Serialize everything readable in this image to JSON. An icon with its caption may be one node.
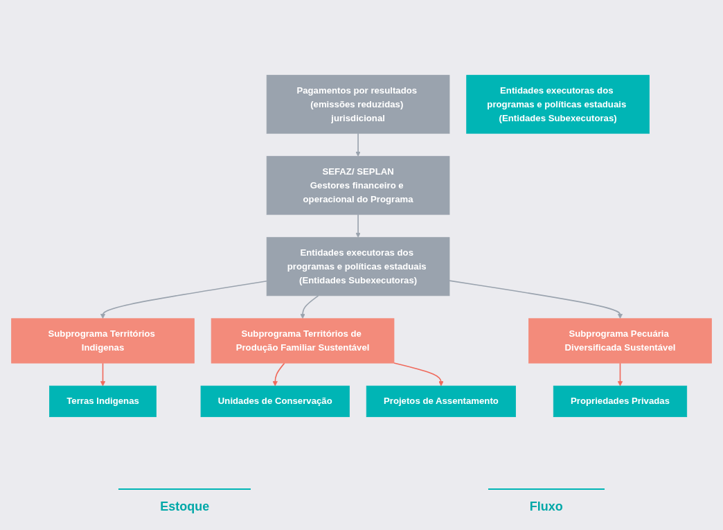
{
  "diagram": {
    "nodes": [
      {
        "text": [
          "Pagamentos por resultados (emissões reduzidas) jurisdicional"
        ]
      },
      {
        "text": [
          "SEFAZ/ SEPLAN",
          "Gestores financeiro e operacional do Programa"
        ]
      },
      {
        "text": [
          "Entidades executoras dos programas e políticas estaduais (Entidades Subexecutoras)"
        ]
      },
      {
        "text": [
          "Subprograma Territórios Indigenas"
        ]
      },
      {
        "text": [
          "Subprograma Territórios de Produção Familiar Sustentável"
        ]
      },
      {
        "text": [
          "Subprograma Pecuária Diversificada Sustentável"
        ]
      },
      {
        "text": [
          "Terras Indigenas"
        ]
      },
      {
        "text": [
          "Unidades de Conservação"
        ]
      },
      {
        "text": [
          "Projetos de Assentamento"
        ]
      },
      {
        "text": [
          "Propriedades Privadas"
        ]
      },
      {
        "text": [
          "Entidades executoras dos programas e políticas estaduais (Entidades Subexecutoras)"
        ]
      }
    ],
    "edges": [
      {
        "from": 0,
        "to": 1,
        "arrow": "to"
      },
      {
        "from": 1,
        "to": 2,
        "arrow": "to"
      },
      {
        "from": 2,
        "to": 3,
        "arrow": "to"
      },
      {
        "from": 2,
        "to": 4,
        "arrow": "to"
      },
      {
        "from": 2,
        "to": 5,
        "arrow": "to"
      },
      {
        "from": 3,
        "to": 6,
        "arrow": "to",
        "color": "#f06a5c"
      },
      {
        "from": 4,
        "to": 7,
        "arrow": "to",
        "color": "#f06a5c"
      },
      {
        "from": 4,
        "to": 8,
        "arrow": "to",
        "color": "#f06a5c"
      },
      {
        "from": 5,
        "to": 9,
        "arrow": "to",
        "color": "#f06a5c"
      }
    ],
    "labels": [
      "Estoque",
      "Fluxo"
    ]
  }
}
